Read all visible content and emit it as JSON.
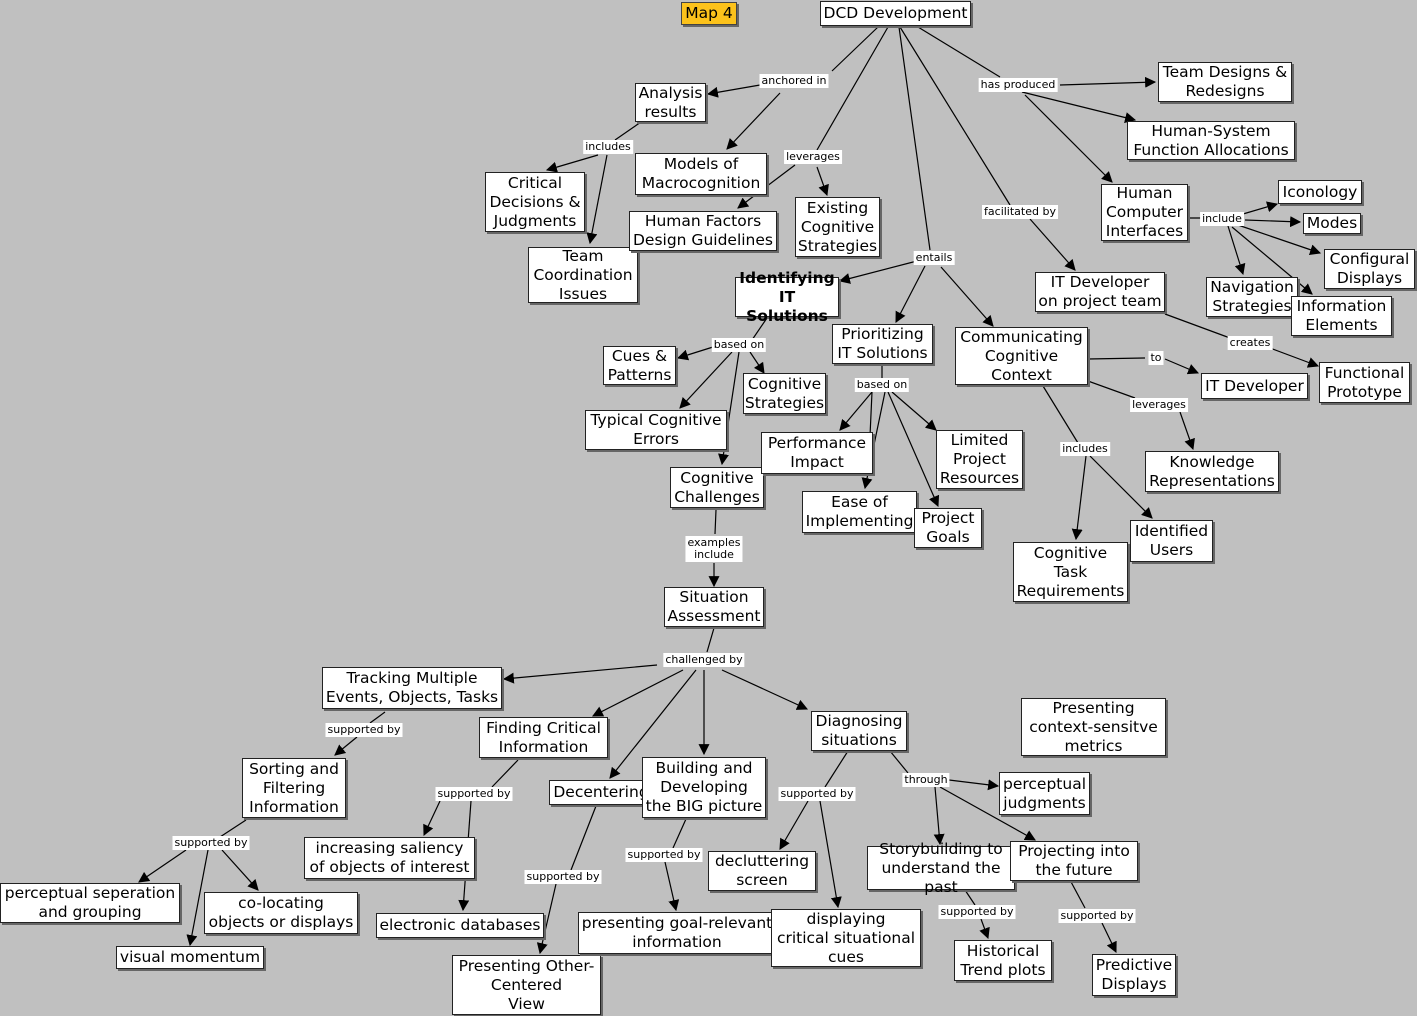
{
  "nodes": {
    "map_badge": "Map 4",
    "dcd": "DCD Development",
    "analysis": "Analysis\nresults",
    "critical_decisions": "Critical\nDecisions &\nJudgments",
    "team_coord": "Team\nCoordination\nIssues",
    "models_macro": "Models of\nMacrocognition",
    "hf_guidelines": "Human Factors\nDesign Guidelines",
    "existing_cog": "Existing\nCognitive\nStrategies",
    "team_designs": "Team Designs &\nRedesigns",
    "hsfa": "Human-System\nFunction Allocations",
    "hci": "Human\nComputer\nInterfaces",
    "iconology": "Iconology",
    "modes": "Modes",
    "configural": "Configural\nDisplays",
    "navigation": "Navigation\nStrategies",
    "info_elements": "Information\nElements",
    "it_dev_team": "IT Developer\non project team",
    "functional_proto": "Functional\nPrototype",
    "identifying": "Identifying\nIT Solutions",
    "prioritizing": "Prioritizing\nIT Solutions",
    "communicating": "Communicating\nCognitive\nContext",
    "cues": "Cues &\nPatterns",
    "cog_strategies": "Cognitive\nStrategies",
    "typical_errors": "Typical Cognitive\nErrors",
    "cog_challenges": "Cognitive\nChallenges",
    "perf_impact": "Performance\nImpact",
    "limited_res": "Limited\nProject\nResources",
    "ease_impl": "Ease of\nImplementing",
    "project_goals": "Project\nGoals",
    "it_developer": "IT Developer",
    "knowledge_rep": "Knowledge\nRepresentations",
    "identified_users": "Identified\nUsers",
    "cog_task_req": "Cognitive\nTask\nRequirements",
    "situation": "Situation\nAssessment",
    "tracking": "Tracking Multiple\nEvents, Objects, Tasks",
    "finding": "Finding Critical\nInformation",
    "decentering": "Decentering",
    "building": "Building and\nDeveloping\nthe BIG picture",
    "diagnosing": "Diagnosing\nsituations",
    "context_metrics": "Presenting\ncontext-sensitve\nmetrics",
    "sorting": "Sorting and\nFiltering\nInformation",
    "saliency": "increasing saliency\nof objects of interest",
    "perceptual_sep": "perceptual seperation\nand grouping",
    "colocating": "co-locating\nobjects or displays",
    "visual_momentum": "visual momentum",
    "electronic_db": "electronic databases",
    "other_centered": "Presenting Other-\nCentered\nView",
    "goal_relevant": "presenting goal-relevant\ninformation",
    "decluttering": "decluttering\nscreen",
    "displaying_cues": "displaying\ncritical situational\ncues",
    "perceptual_judg": "perceptual\njudgments",
    "storybuilding": "Storybuilding to\nunderstand the past",
    "projecting": "Projecting into\nthe future",
    "historical": "Historical\nTrend plots",
    "predictive": "Predictive\nDisplays"
  },
  "link_labels": {
    "anchored_in": "anchored in",
    "includes_1": "includes",
    "leverages_1": "leverages",
    "has_produced": "has produced",
    "facilitated_by": "facilitated by",
    "include_2": "include",
    "creates": "creates",
    "entails": "entails",
    "based_on_1": "based on",
    "based_on_2": "based on",
    "to": "to",
    "leverages_2": "leverages",
    "includes_3": "includes",
    "examples_include": "examples\ninclude",
    "challenged_by": "challenged by",
    "supported_by_1": "supported by",
    "supported_by_2": "supported by",
    "supported_by_3": "supported by",
    "supported_by_4": "supported by",
    "supported_by_5": "supported by",
    "supported_by_6": "supported by",
    "through": "through",
    "supported_by_7": "supported by",
    "supported_by_8": "supported by"
  },
  "colors": {
    "background": "#c0c0c0",
    "node_fill": "#ffffff",
    "badge_fill": "#fcc21b",
    "line": "#000000"
  }
}
